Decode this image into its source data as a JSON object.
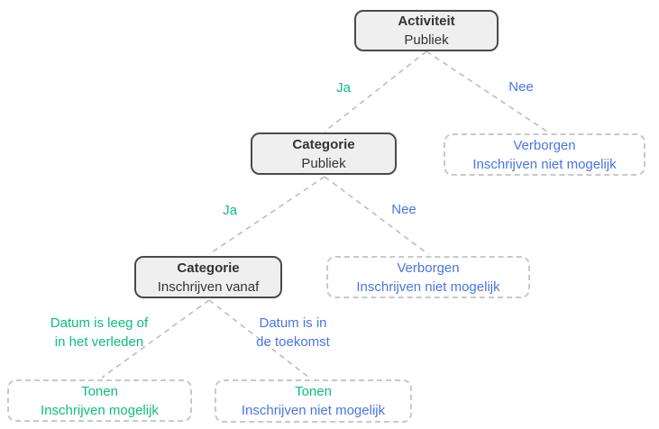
{
  "colors": {
    "green": "#0bbe7b",
    "blue": "#4a74e8",
    "edge": "#bdbdbd",
    "node_fill": "#efefef",
    "node_border": "#4a4a4a",
    "node_text": "#333333",
    "leaf_border": "#c9c9c9"
  },
  "nodes": {
    "activiteit": {
      "title": "Activiteit",
      "subtitle": "Publiek"
    },
    "categorie_publiek": {
      "title": "Categorie",
      "subtitle": "Publiek"
    },
    "categorie_inschrijven_vanaf": {
      "title": "Categorie",
      "subtitle": "Inschrijven vanaf"
    },
    "verborgen_1": {
      "line1": "Verborgen",
      "line2": "Inschrijven niet mogelijk"
    },
    "verborgen_2": {
      "line1": "Verborgen",
      "line2": "Inschrijven niet mogelijk"
    },
    "tonen_mogelijk": {
      "line1": "Tonen",
      "line2": "Inschrijven mogelijk"
    },
    "tonen_niet_mogelijk": {
      "line1": "Tonen",
      "line2": "Inschrijven niet mogelijk"
    }
  },
  "edges": [
    {
      "from": "activiteit",
      "to": "categorie_publiek",
      "label": "Ja",
      "color": "green"
    },
    {
      "from": "activiteit",
      "to": "verborgen_1",
      "label": "Nee",
      "color": "blue"
    },
    {
      "from": "categorie_publiek",
      "to": "categorie_inschrijven_vanaf",
      "label": "Ja",
      "color": "green"
    },
    {
      "from": "categorie_publiek",
      "to": "verborgen_2",
      "label": "Nee",
      "color": "blue"
    },
    {
      "from": "categorie_inschrijven_vanaf",
      "to": "tonen_mogelijk",
      "label_line1": "Datum is leeg of",
      "label_line2": "in het verleden",
      "color": "green"
    },
    {
      "from": "categorie_inschrijven_vanaf",
      "to": "tonen_niet_mogelijk",
      "label_line1": "Datum is in",
      "label_line2": "de toekomst",
      "color": "blue"
    }
  ]
}
